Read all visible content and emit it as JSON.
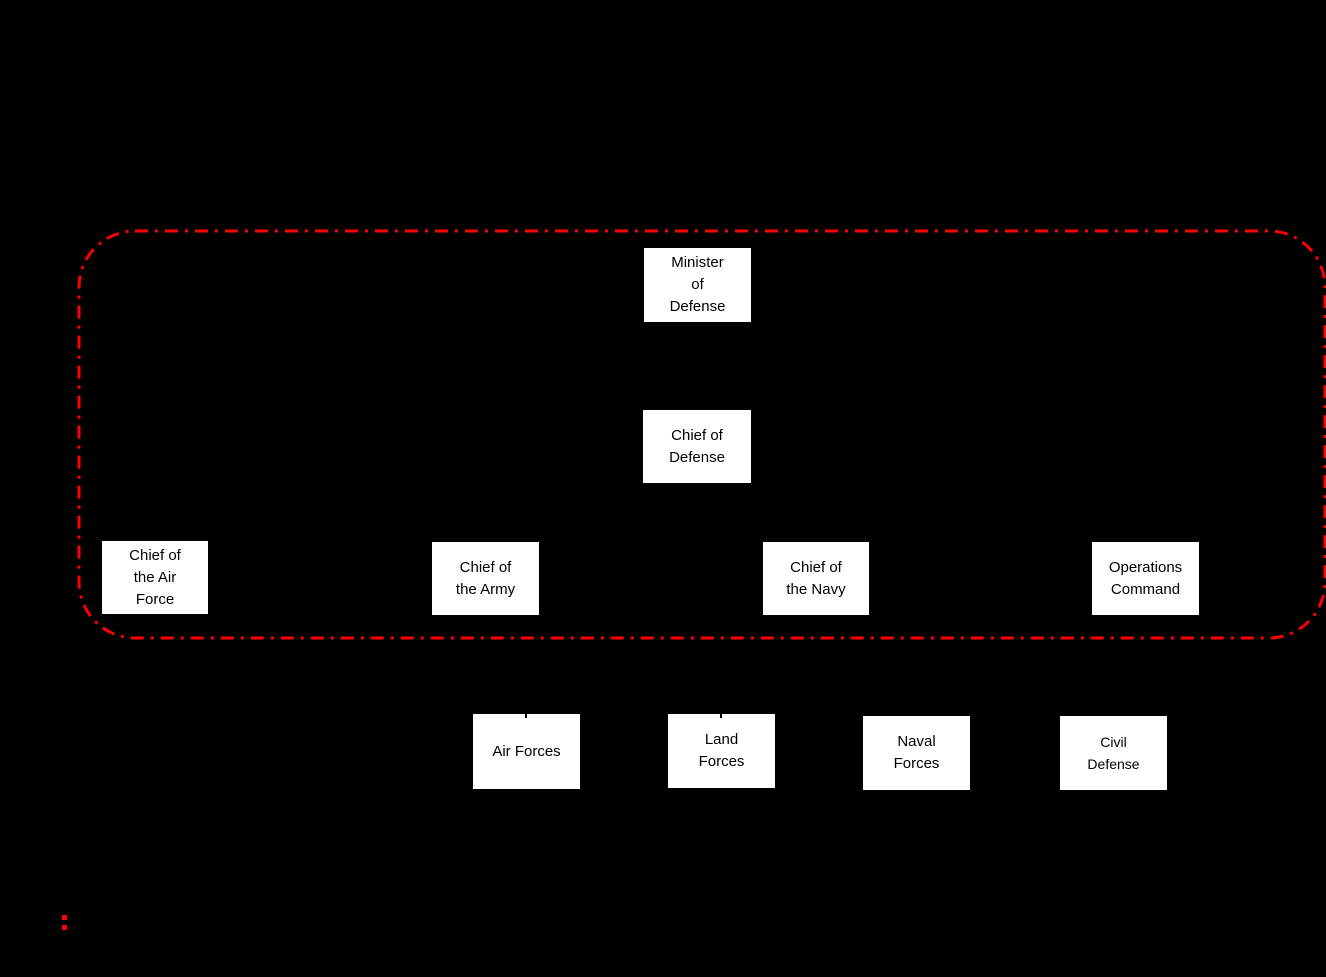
{
  "diagram": {
    "type": "org-chart",
    "colors": {
      "background": "#000000",
      "node_bg": "#FFFFFF",
      "node_text": "#000000",
      "frame": "#FF0000",
      "legend_marker": "#FF0000"
    },
    "frame": {
      "style": "dash-dot",
      "meaning": "ministry-of-defense-group-outline"
    },
    "nodes": [
      {
        "id": "minister-of-defense",
        "lines": [
          "Minister",
          "of",
          "Defense"
        ]
      },
      {
        "id": "chief-of-defense",
        "lines": [
          "Chief of",
          "Defense"
        ]
      },
      {
        "id": "chief-of-air-force",
        "lines": [
          "Chief of",
          "the Air",
          "Force"
        ]
      },
      {
        "id": "chief-of-army",
        "lines": [
          "Chief of",
          "the Army"
        ]
      },
      {
        "id": "chief-of-navy",
        "lines": [
          "Chief of",
          "the Navy"
        ]
      },
      {
        "id": "operations-command",
        "lines": [
          "Operations",
          "Command"
        ]
      },
      {
        "id": "air-forces",
        "lines": [
          "Air Forces"
        ]
      },
      {
        "id": "land-forces",
        "lines": [
          "Land",
          "Forces"
        ]
      },
      {
        "id": "naval-forces",
        "lines": [
          "Naval",
          "Forces"
        ]
      },
      {
        "id": "civil-defense",
        "lines": [
          "Civil",
          "Defense"
        ]
      }
    ]
  }
}
